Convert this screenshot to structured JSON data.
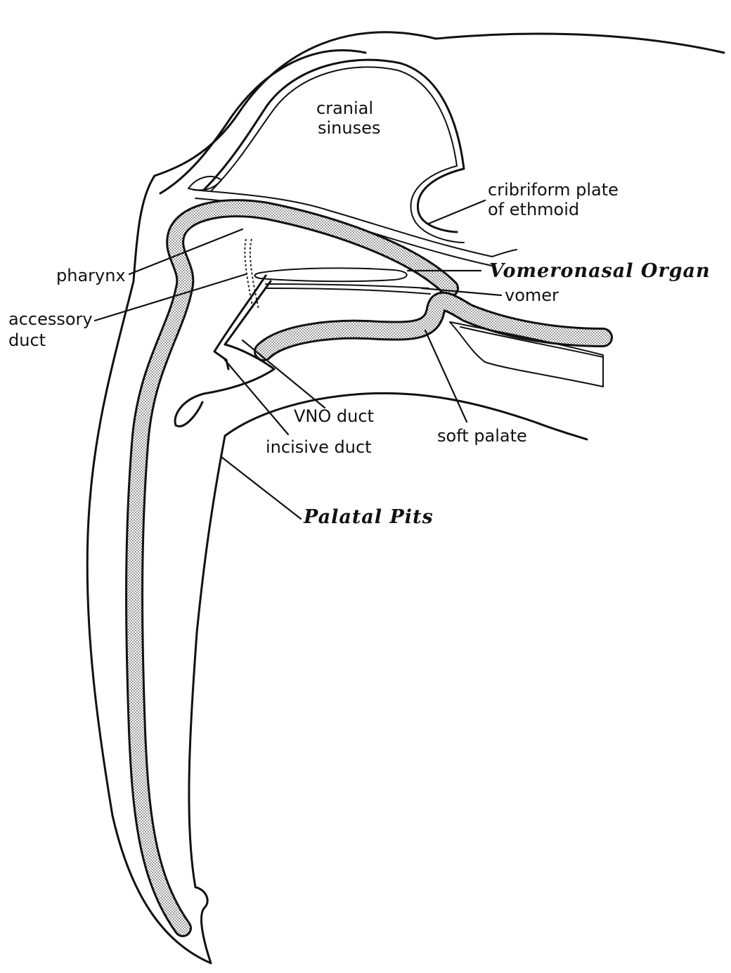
{
  "labels": {
    "cranial_sinuses_line1": "cranial",
    "cranial_sinuses_line2": "sinuses",
    "cribriform_line1": "cribriform plate",
    "cribriform_line2": "of ethmoid",
    "pharynx": "pharynx",
    "vomeronasal_organ": "Vomeronasal Organ",
    "vomer": "vomer",
    "accessory_duct_line1": "accessory",
    "accessory_duct_line2": "duct",
    "vno_duct": "VNO duct",
    "incisive_duct": "incisive duct",
    "soft_palate": "soft palate",
    "palatal_pits": "Palatal Pits"
  },
  "colors": {
    "ink": "#111111",
    "stipple": "#9a9a9a",
    "paper": "#ffffff"
  }
}
